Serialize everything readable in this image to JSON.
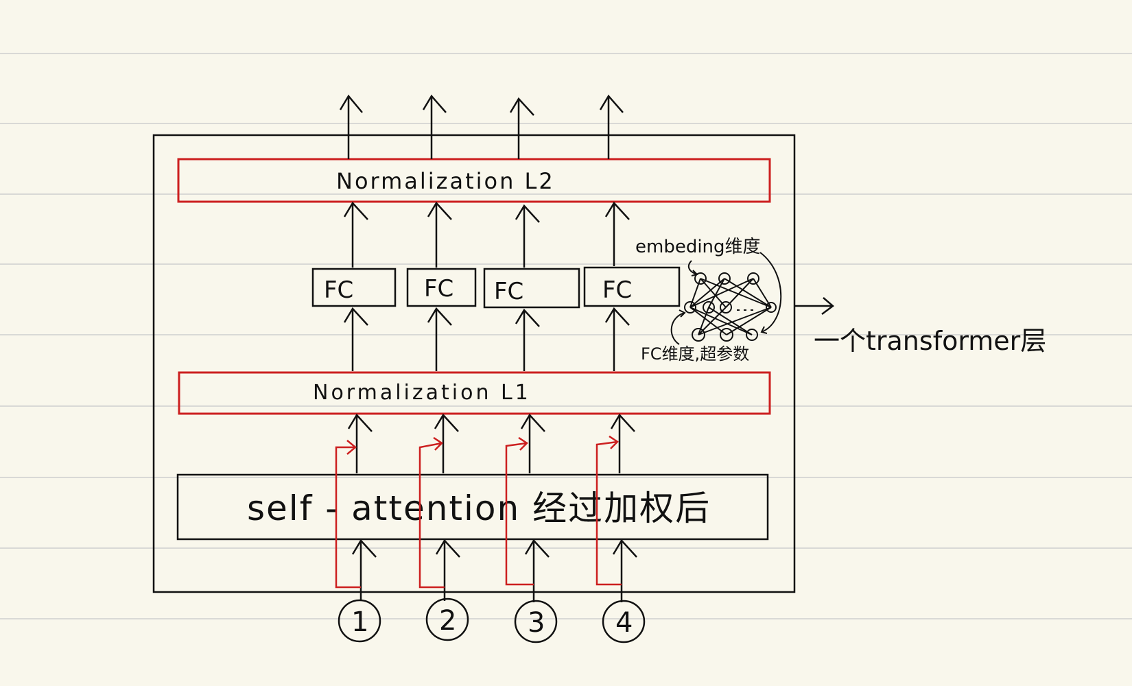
{
  "diagram": {
    "layers": {
      "norm_top": "Normalization L2",
      "norm_bottom": "Normalization L1",
      "attention": "self - attention 经过加权后",
      "fc_labels": [
        "FC",
        "FC",
        "FC",
        "FC"
      ]
    },
    "inputs": [
      "1",
      "2",
      "3",
      "4"
    ],
    "annotations": {
      "embedding": "embeding维度",
      "fc_dim": "FC维度,超参数",
      "transformer_layer": "一个transformer层"
    },
    "colors": {
      "ink": "#111111",
      "residual_red": "#cc1f1f",
      "paper": "#f9f7ec",
      "ruled_line": "#d9d9d6"
    },
    "icons": [
      "fully-connected-network-icon"
    ]
  }
}
